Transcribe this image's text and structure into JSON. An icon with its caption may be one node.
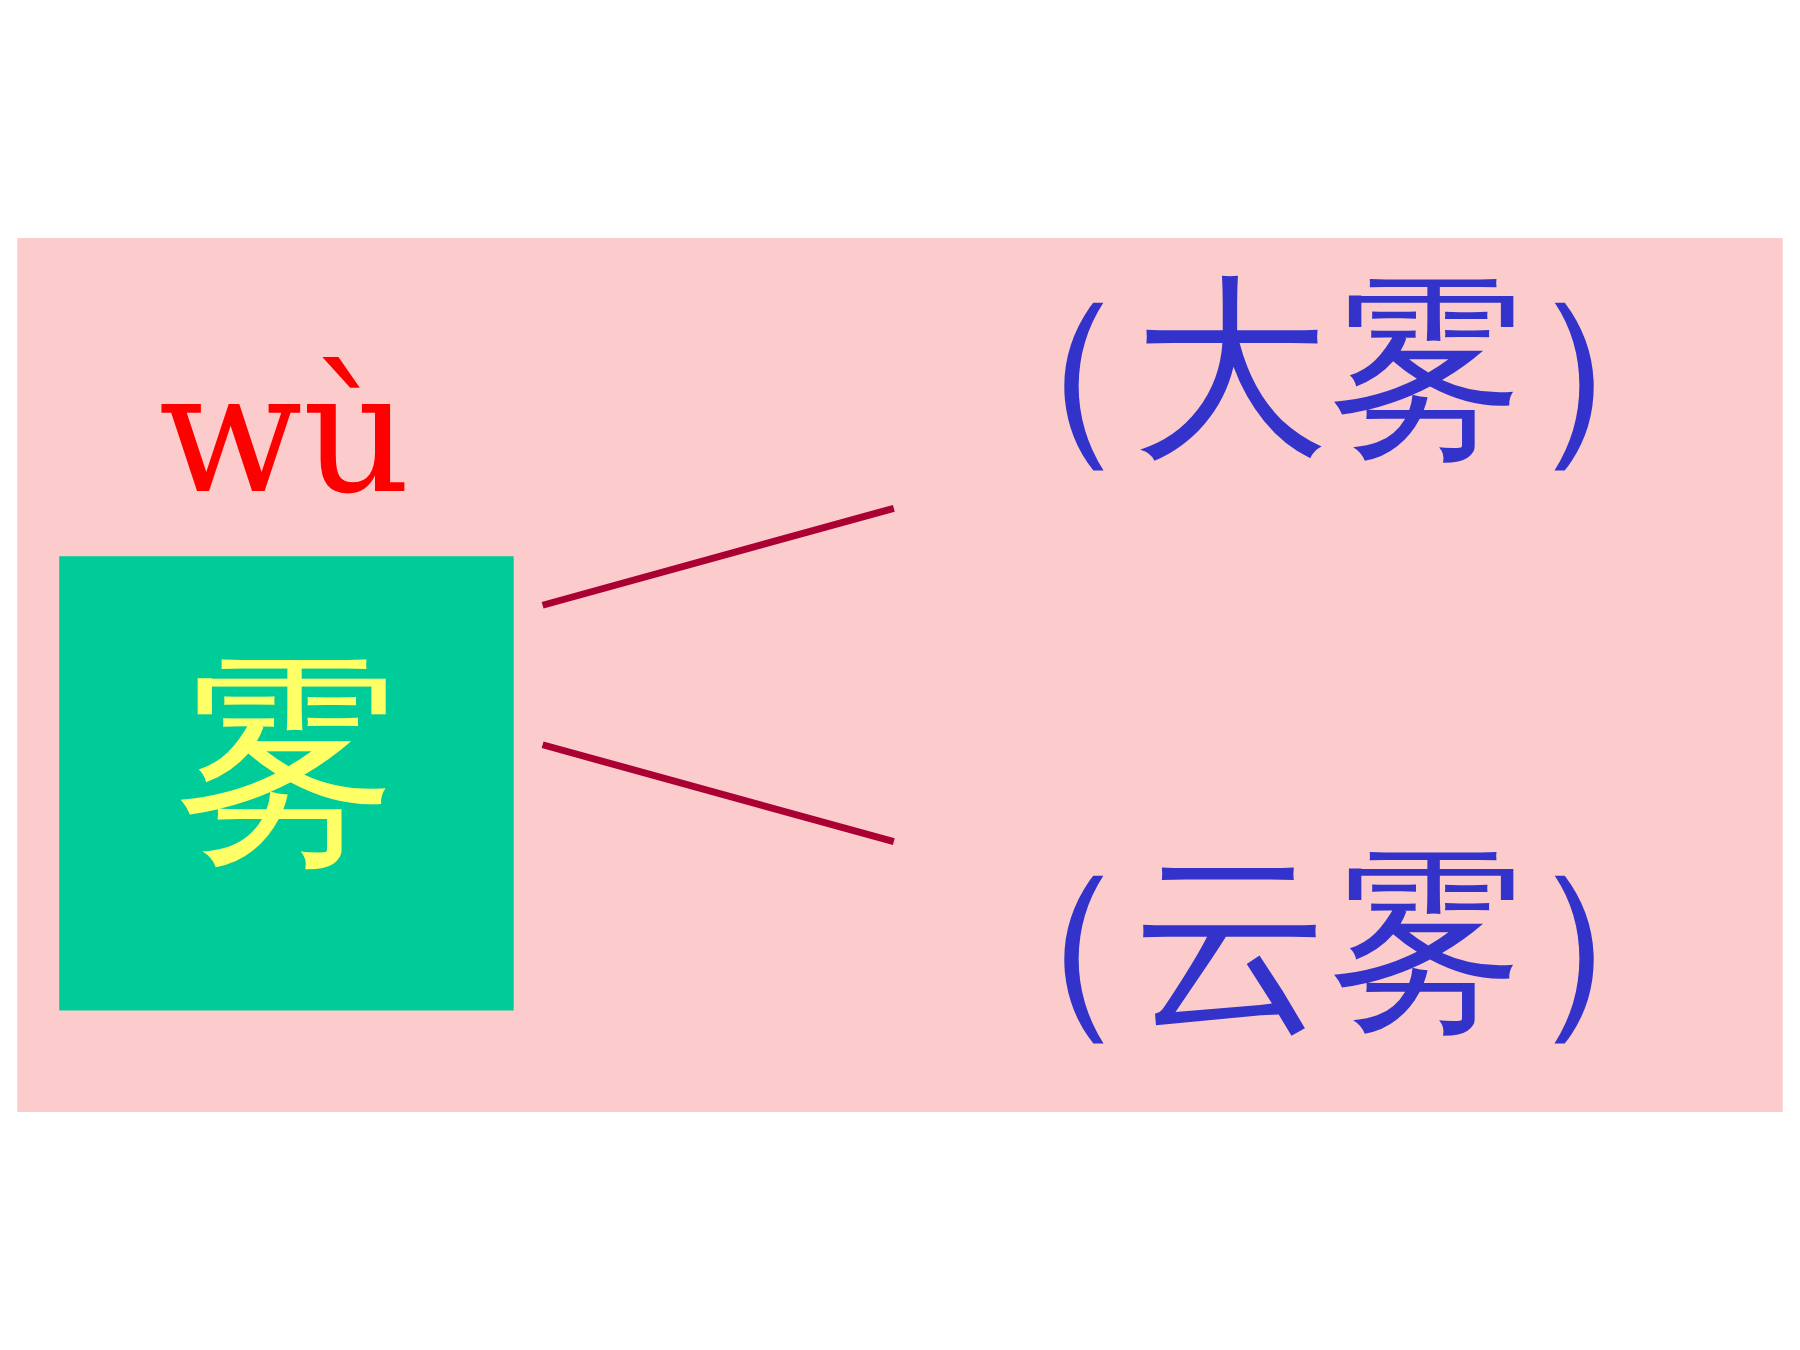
{
  "diagram": {
    "nodes": [
      {
        "text": [
          "wù",
          "雾"
        ]
      },
      {
        "text": [
          "（大雾）"
        ]
      },
      {
        "text": [
          "（云雾）"
        ]
      }
    ],
    "edges": [
      {
        "from": 0,
        "to": 1,
        "arrow": "none"
      },
      {
        "from": 0,
        "to": 2,
        "arrow": "none"
      }
    ]
  }
}
